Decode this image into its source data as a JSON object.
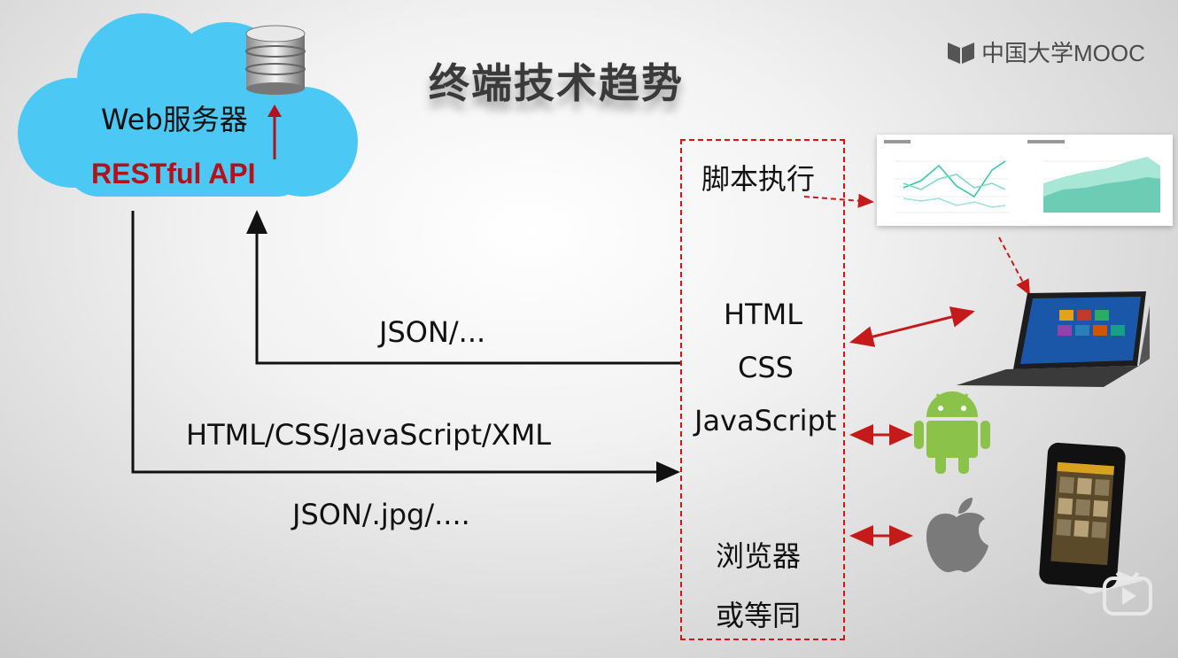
{
  "title": "终端技术趋势",
  "brand": {
    "name": "中国大学MOOC",
    "icon": "mooc-logo-icon"
  },
  "server": {
    "label": "Web服务器",
    "api": "RESTful API",
    "icon": "database-icon"
  },
  "flows": {
    "upload": "JSON/...",
    "download_top": "HTML/CSS/JavaScript/XML",
    "download_bottom": "JSON/.jpg/...."
  },
  "client_box": {
    "script": "脚本执行",
    "tech": [
      "HTML",
      "CSS",
      "JavaScript"
    ],
    "browser_line1": "浏览器",
    "browser_line2": "或等同"
  },
  "devices": [
    "chart-thumbnail",
    "tablet-icon",
    "android-icon",
    "apple-icon",
    "smartphone-icon"
  ],
  "colors": {
    "accent_red": "#c41a1a",
    "api_red": "#b2121b",
    "cloud_blue": "#4cc8f5",
    "android_green": "#8bc34a"
  }
}
